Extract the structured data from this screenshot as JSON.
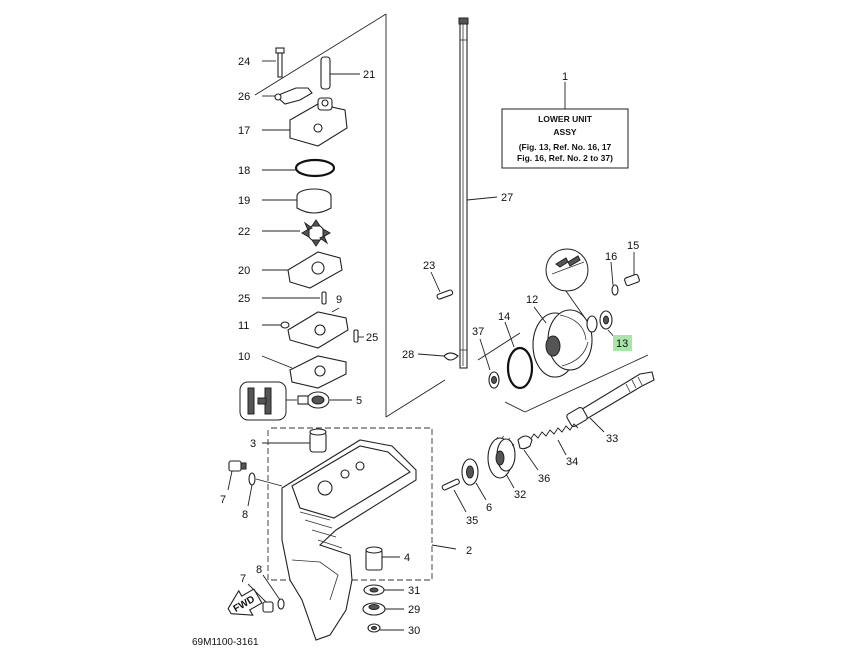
{
  "title_box": {
    "ref": "1",
    "line1": "LOWER UNIT",
    "line2": "ASSY",
    "line3": "(Fig. 13, Ref. No. 16, 17",
    "line4": "Fig. 16, Ref. No. 2 to 37)"
  },
  "catalog_code": "69M1100-3161",
  "fwd_mark": "FWD",
  "highlight_color": "#a8e6a8",
  "callouts": {
    "c24": "24",
    "c21": "21",
    "c26": "26",
    "c17": "17",
    "c18": "18",
    "c19": "19",
    "c22": "22",
    "c20": "20",
    "c25a": "25",
    "c9": "9",
    "c11": "11",
    "c25b": "25",
    "c10": "10",
    "c5": "5",
    "c3": "3",
    "c7a": "7",
    "c8a": "8",
    "c4": "4",
    "c2": "2",
    "c7b": "7",
    "c8b": "8",
    "c31": "31",
    "c29": "29",
    "c30": "30",
    "c27": "27",
    "c23": "23",
    "c28": "28",
    "c15": "15",
    "c16": "16",
    "c12": "12",
    "c14": "14",
    "c37": "37",
    "c13": "13",
    "c33": "33",
    "c34": "34",
    "c36": "36",
    "c32": "32",
    "c6": "6",
    "c35": "35"
  }
}
